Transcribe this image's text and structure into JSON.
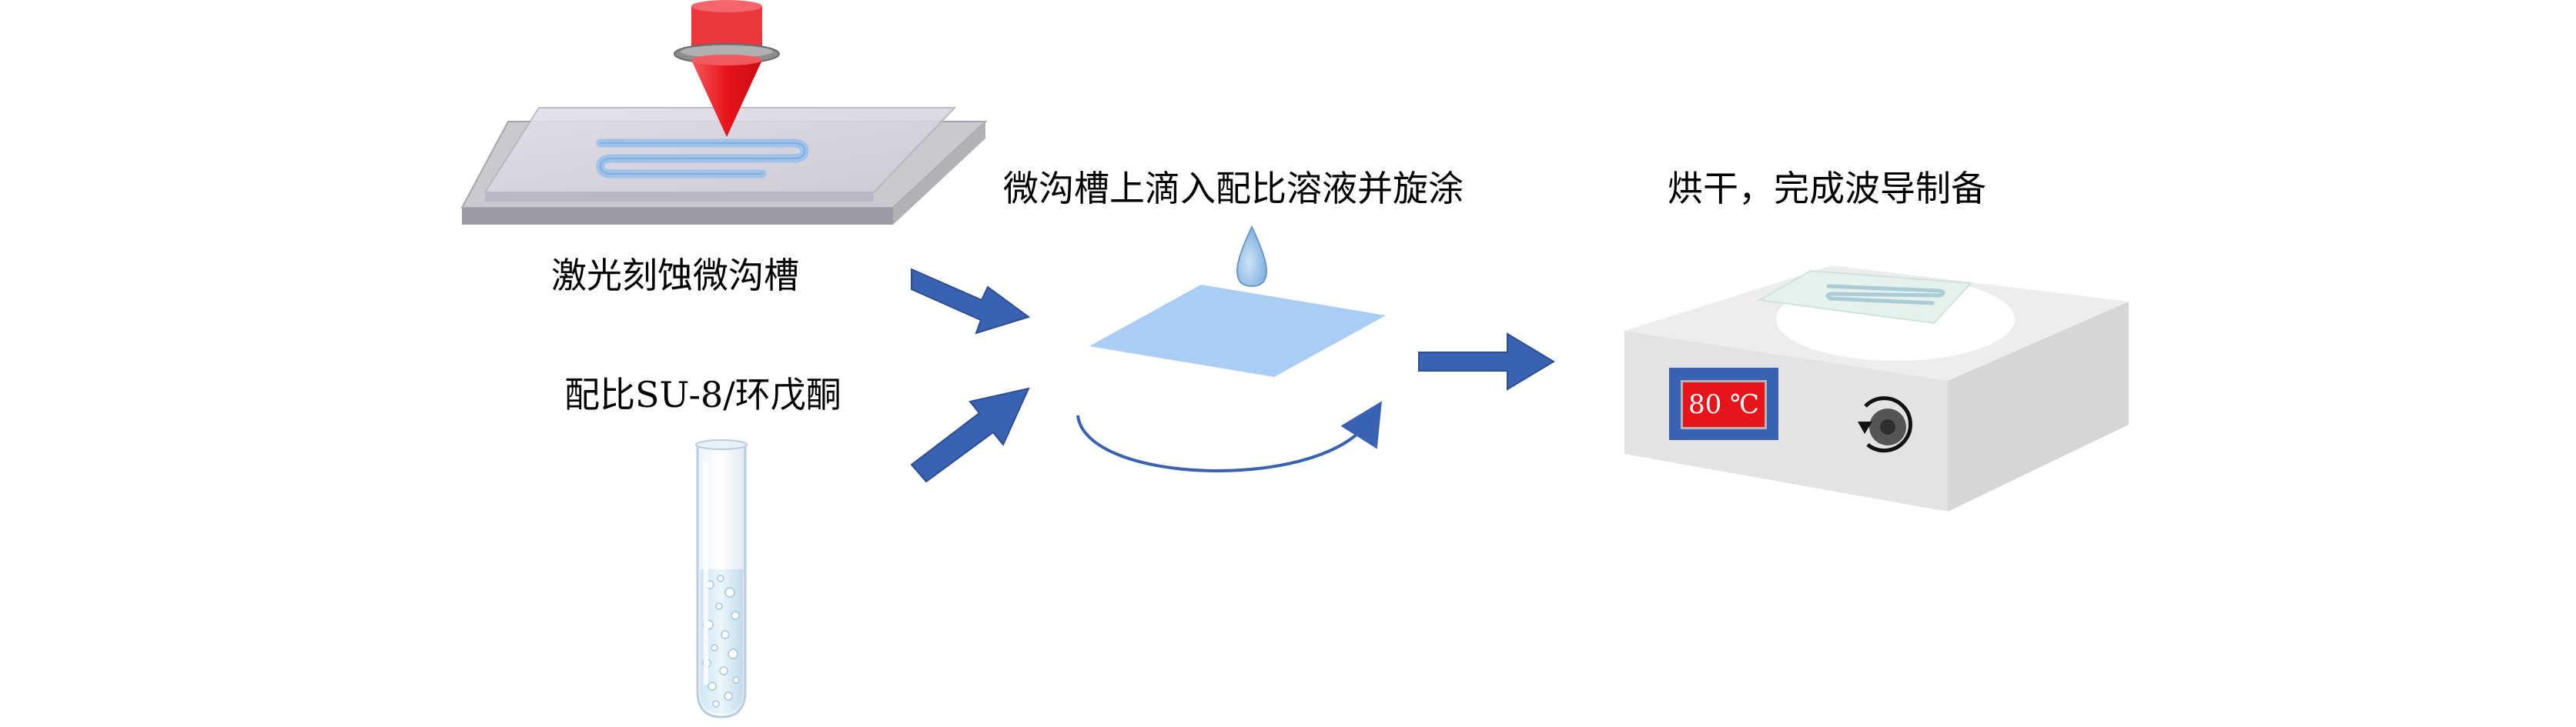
{
  "steps": {
    "laser_label": "激光刻蚀微沟槽",
    "mix_label": "配比SU-8/环戊酮",
    "spin_label": "微沟槽上滴入配比溶液并旋涂",
    "bake_label": "烘干，完成波导制备"
  },
  "hotplate": {
    "display": "80 ℃"
  },
  "colors": {
    "arrow": "#3a62b3",
    "laser": "#e8141b",
    "film": "#a9cdf3",
    "channel": "#9ec3ea",
    "plate": "#e5e5e5"
  },
  "icons": [
    "laser-icon",
    "glass-slide-icon",
    "test-tube-icon",
    "droplet-icon",
    "rotation-arrow-icon",
    "hotplate-icon",
    "knob-icon"
  ]
}
